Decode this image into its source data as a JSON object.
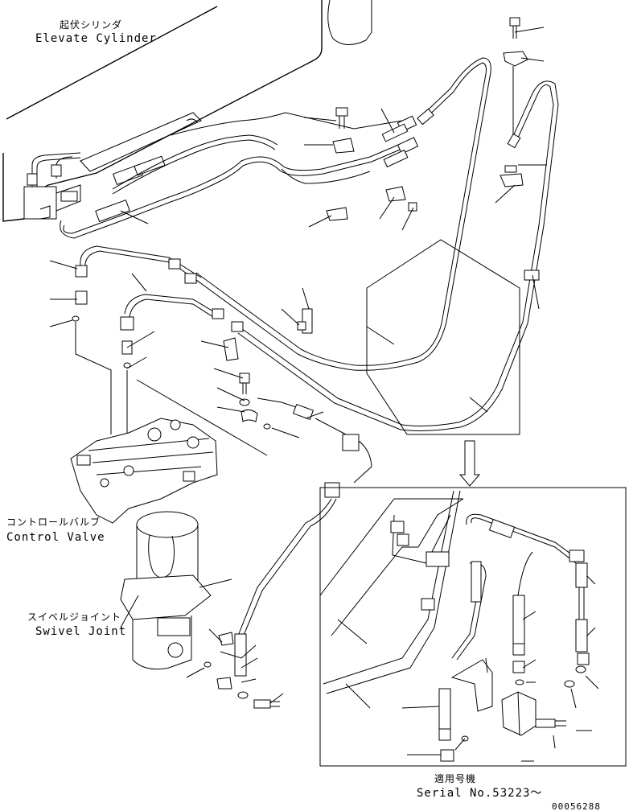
{
  "labels": {
    "elevate_cylinder_jp": "起伏シリンダ",
    "elevate_cylinder_en": "Elevate Cylinder",
    "control_valve_jp": "コントロールバルブ",
    "control_valve_en": "Control Valve",
    "swivel_joint_jp": "スイベルジョイント",
    "swivel_joint_en": "Swivel Joint",
    "serial_jp": "適用号機",
    "serial_en": "Serial No.53223～",
    "drawing_no": "00056288"
  }
}
